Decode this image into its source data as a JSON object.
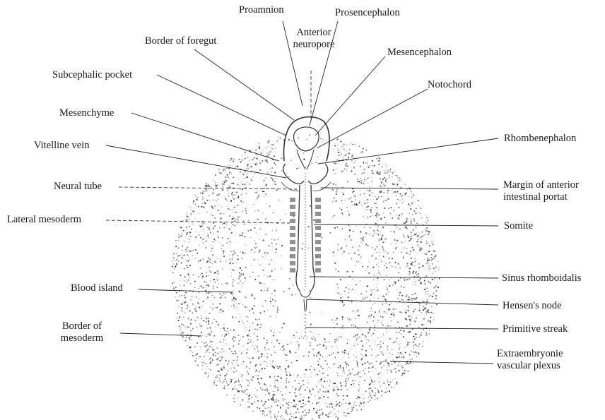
{
  "labels": {
    "proamnion": "Proamnion",
    "prosencephalon": "Prosencephalon",
    "anterior_neuropore": "Anterior\nneuropore",
    "border_of_foregut": "Border of foregut",
    "mesencephalon": "Mesencephalon",
    "subcephalic_pocket": "Subcephalic pocket",
    "notochord": "Notochord",
    "mesenchyme": "Mesenchyme",
    "rhombencephalon": "Rhombenephalon",
    "vitelline_vein": "Vitelline vein",
    "neural_tube": "Neural tube",
    "margin_anterior_intestinal_portal": "Margin of anterior\nintestinal portat",
    "lateral_mesoderm": "Lateral mesoderm",
    "somite": "Somite",
    "sinus_rhomboidalis": "Sinus rhomboidalis",
    "blood_island": "Blood island",
    "hensens_node": "Hensen's node",
    "border_of_mesoderm": "Border of\nmesoderm",
    "primitive_streak": "Primitive streak",
    "extraembryonic_vascular_plexus": "Extraembryonie\nvascular plexus"
  }
}
